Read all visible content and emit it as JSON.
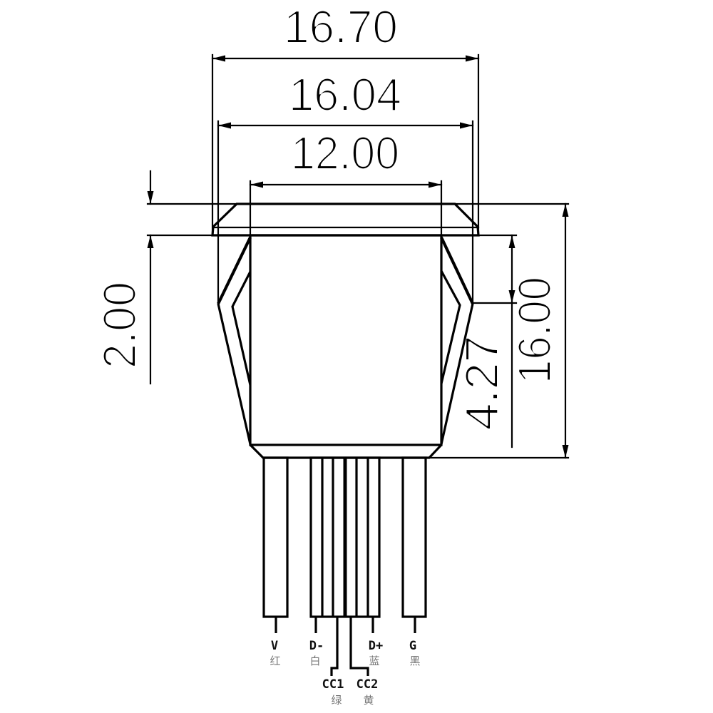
{
  "drawing": {
    "dimensions": {
      "overall_flange_width": "16.70",
      "flange_inner_width": "16.04",
      "body_width": "12.00",
      "flange_thickness": "2.00",
      "clip_offset": "4.27",
      "overall_height": "16.00"
    },
    "pins": [
      {
        "signal": "V",
        "color_label": "红"
      },
      {
        "signal": "D-",
        "color_label": "白"
      },
      {
        "signal": "CC1",
        "color_label": "绿"
      },
      {
        "signal": "CC2",
        "color_label": "黄"
      },
      {
        "signal": "D+",
        "color_label": "蓝"
      },
      {
        "signal": "G",
        "color_label": "黑"
      }
    ],
    "colors": {
      "line": "#000000",
      "secondary_text": "#777777",
      "background": "#ffffff"
    }
  }
}
